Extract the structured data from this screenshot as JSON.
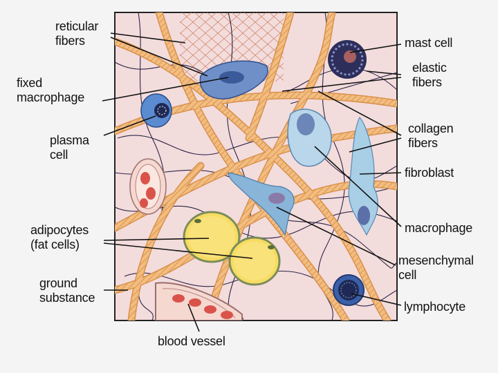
{
  "labels": {
    "reticular_fibers": "reticular\nfibers",
    "fixed_macrophage": "fixed\nmacrophage",
    "plasma_cell": "plasma\ncell",
    "adipocytes": "adipocytes\n(fat cells)",
    "ground_substance": "ground\nsubstance",
    "blood_vessel": "blood vessel",
    "mast_cell": "mast cell",
    "elastic_fibers": "elastic\nfibers",
    "collagen_fibers": "collagen\nfibers",
    "fibroblast": "fibroblast",
    "macrophage": "macrophage",
    "mesenchymal_cell": "mesenchymal\ncell",
    "lymphocyte": "lymphocyte"
  },
  "colors": {
    "background": "#f4f4f4",
    "tissue": "#f3dcdc",
    "collagen": "#f0b878",
    "collagen_stripe": "#d98e45",
    "elastic": "#2b2446",
    "adipocyte": "#f6dc62",
    "blue_cell": "#4c7fc0",
    "light_blue_cell": "#a8cfe6",
    "rbc": "#d9534a",
    "leader": "#111111"
  }
}
